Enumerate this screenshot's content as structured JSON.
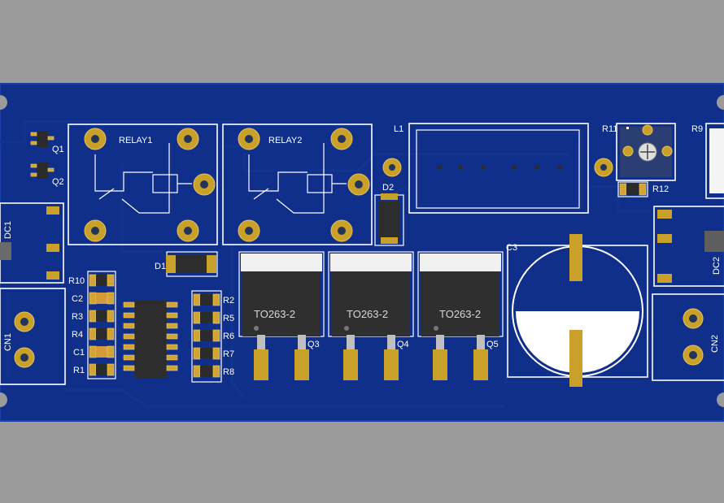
{
  "board": {
    "colors": {
      "background": "#9b9b9b",
      "board": "#0f2f8a",
      "board_edge": "#1a3fa6",
      "silkscreen": "#ffffff",
      "pad": "#c9a02a",
      "component_body": "#2d2d2d"
    }
  },
  "designators": {
    "q1": "Q1",
    "q2": "Q2",
    "q3": "Q3",
    "q4": "Q4",
    "q5": "Q5",
    "dc1": "DC1",
    "dc2": "DC2",
    "cn1": "CN1",
    "cn2": "CN2",
    "relay1": "RELAY1",
    "relay2": "RELAY2",
    "l1": "L1",
    "d1": "D1",
    "d2": "D2",
    "c1": "C1",
    "c2": "C2",
    "c3": "C3",
    "r1": "R1",
    "r2": "R2",
    "r3": "R3",
    "r4": "R4",
    "r5": "R5",
    "r6": "R6",
    "r7": "R7",
    "r8": "R8",
    "r9": "R9",
    "r10": "R10",
    "r11": "R11",
    "r12": "R12"
  },
  "packages": {
    "to263": "TO263-2"
  }
}
